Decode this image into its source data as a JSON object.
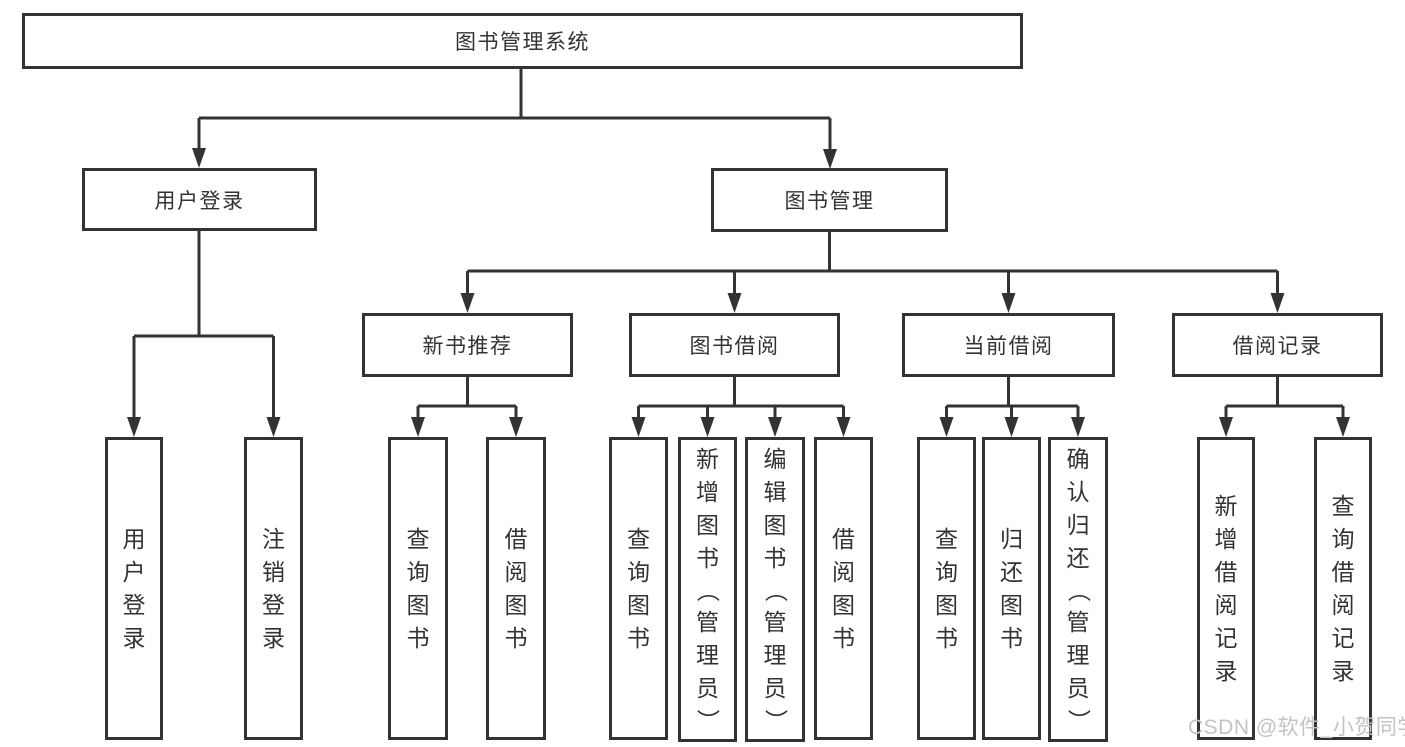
{
  "tree": {
    "root": {
      "label": "图书管理系统"
    },
    "branches": [
      {
        "label": "用户登录",
        "children": [
          {
            "label": "用户登录"
          },
          {
            "label": "注销登录"
          }
        ]
      },
      {
        "label": "图书管理",
        "children": [
          {
            "label": "新书推荐",
            "children": [
              {
                "label": "查询图书"
              },
              {
                "label": "借阅图书"
              }
            ]
          },
          {
            "label": "图书借阅",
            "children": [
              {
                "label": "查询图书"
              },
              {
                "label": "新增图书（管理员）"
              },
              {
                "label": "编辑图书（管理员）"
              },
              {
                "label": "借阅图书"
              }
            ]
          },
          {
            "label": "当前借阅",
            "children": [
              {
                "label": "查询图书"
              },
              {
                "label": "归还图书"
              },
              {
                "label": "确认归还（管理员）"
              }
            ]
          },
          {
            "label": "借阅记录",
            "children": [
              {
                "label": "新增借阅记录"
              },
              {
                "label": "查询借阅记录"
              }
            ]
          }
        ]
      }
    ]
  },
  "watermark": {
    "text": "CSDN @软件_小贺同学"
  },
  "colors": {
    "line": "#333333",
    "text": "#333333",
    "box_background": "#ffffff",
    "page_background": "#ffffff",
    "watermark": "#c3c3c3"
  }
}
